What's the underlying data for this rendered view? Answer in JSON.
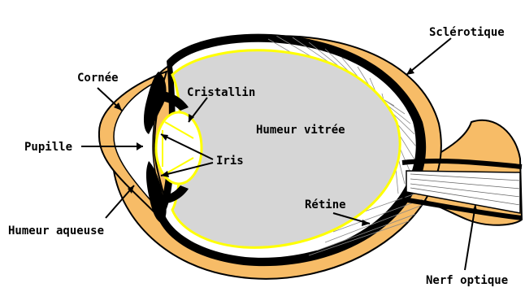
{
  "labels": {
    "cornea": "Cornée",
    "lens": "Cristallin",
    "sclera": "Sclérotique",
    "pupil": "Pupille",
    "vitreous": "Humeur vitrée",
    "iris": "Iris",
    "retina": "Rétine",
    "aqueous": "Humeur aqueuse",
    "optic_nerve": "Nerf optique"
  },
  "colors": {
    "sclera_fill": "#f7bc67",
    "vitreous_fill": "#d6d6d6",
    "retina_line": "#ffff00",
    "choroid_black": "#000000",
    "background": "#ffffff"
  }
}
